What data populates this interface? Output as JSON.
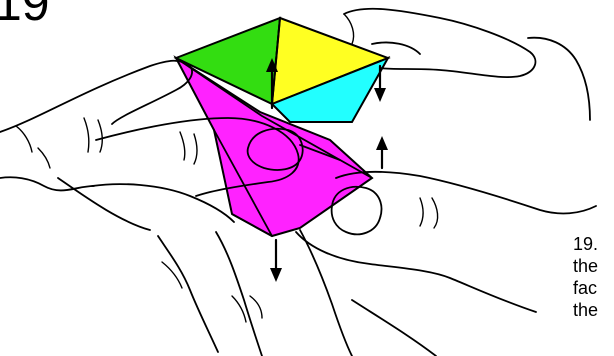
{
  "step_number": "19",
  "caption_lines": [
    "19.",
    "the",
    "fac",
    "the"
  ],
  "colors": {
    "green": "#33dd11",
    "yellow": "#ffff22",
    "cyan": "#22ffff",
    "magenta": "#ff22ff",
    "outline": "#000000"
  },
  "icons": {
    "arrow_up": "arrow-up-icon",
    "arrow_down": "arrow-down-icon"
  }
}
